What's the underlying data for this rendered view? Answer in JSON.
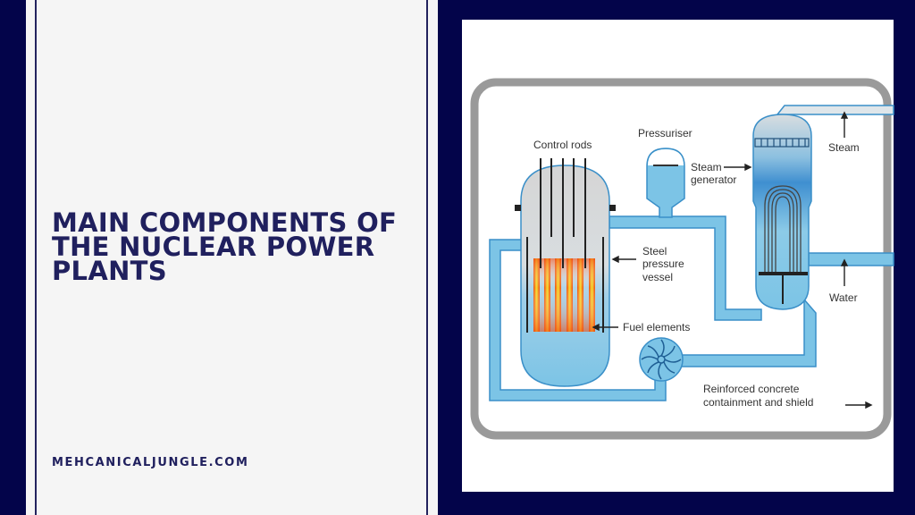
{
  "left": {
    "title_lines": [
      "MAIN COMPONENTS OF",
      "THE NUCLEAR POWER",
      "PLANTS"
    ],
    "website": "MEHCANICALJUNGLE.COM"
  },
  "diagram": {
    "labels": {
      "control_rods": "Control rods",
      "pressuriser": "Pressuriser",
      "steam_generator_1": "Steam",
      "steam_generator_2": "generator",
      "steam": "Steam",
      "steel_1": "Steel",
      "steel_2": "pressure",
      "steel_3": "vessel",
      "water": "Water",
      "fuel": "Fuel elements",
      "containment_1": "Reinforced concrete",
      "containment_2": "containment and shield"
    },
    "colors": {
      "background": "#03044a",
      "panel": "#f5f5f5",
      "title": "#20205e",
      "water": "#7cc4e6",
      "pipe_outline": "#3a8fc8",
      "containment": "#9a9a9a",
      "fuel_hot": "#f04a10",
      "fuel_core": "#f6e030"
    }
  }
}
